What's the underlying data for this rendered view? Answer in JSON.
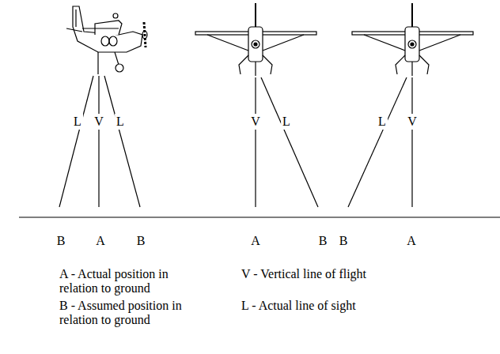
{
  "diagram": {
    "labels": [
      "L",
      "V",
      "L",
      "V",
      "L",
      "L",
      "V",
      "B",
      "A",
      "B",
      "A",
      "B",
      "B",
      "A",
      "A - Actual position in relation to ground",
      "B - Assumed position in relation to ground",
      "V - Vertical line of flight",
      "L - Actual line of sight"
    ]
  }
}
